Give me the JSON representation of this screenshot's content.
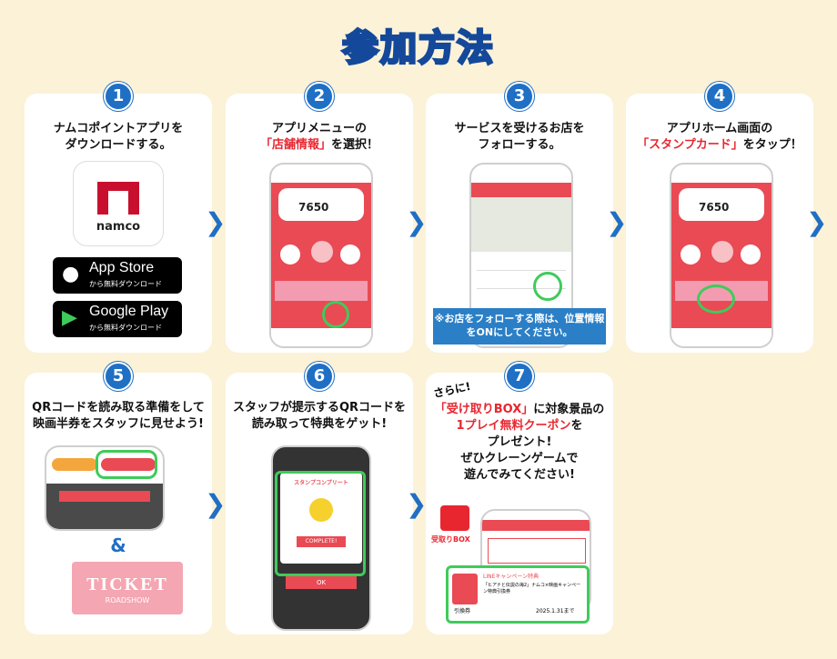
{
  "title": "参加方法",
  "steps": [
    {
      "num": "1",
      "line1": "ナムコポイントアプリを",
      "line2": "ダウンロードする。"
    },
    {
      "num": "2",
      "line1": "アプリメニューの",
      "line2_red": "「店舗情報」",
      "line2_rest": "を選択！"
    },
    {
      "num": "3",
      "line1": "サービスを受けるお店を",
      "line2": "フォローする。"
    },
    {
      "num": "4",
      "line1": "アプリホーム画面の",
      "line2_red": "「スタンプカード」",
      "line2_rest": "をタップ！"
    },
    {
      "num": "5",
      "line1": "QRコードを読み取る準備をして",
      "line2": "映画半券をスタッフに見せよう!"
    },
    {
      "num": "6",
      "line1": "スタッフが提示するQRコードを",
      "line2": "読み取って特典をゲット!"
    },
    {
      "num": "7",
      "pre": "さらに!",
      "line1_red": "「受け取りBOX」",
      "line1_rest": "に対象景品の",
      "line2_red": "1プレイ無料クーポン",
      "line2_rest": "を",
      "line3": "プレゼント!",
      "line4": "ぜひクレーンゲームで",
      "line5": "遊んでみてください!"
    }
  ],
  "app": {
    "logo_text": "namco"
  },
  "stores": {
    "apple_big": "App Store",
    "apple_small": "から無料ダウンロード",
    "google_big": "Google Play",
    "google_small": "から無料ダウンロード"
  },
  "step3_note": "※お店をフォローする際は、位置情報をONにしてください。",
  "step2_points": "7650",
  "step4_points": "7650",
  "step5_and": "&",
  "ticket": {
    "main": "TICKET",
    "sub": "ROADSHOW"
  },
  "step6": {
    "header": "スタンプコンプリート",
    "badge": "COMPLETE!",
    "ok": "OK"
  },
  "step7": {
    "box_label": "受取りBOX",
    "coupon_title": "LINEキャンペーン特典",
    "coupon_text": "「ヒアナと伝説の海2」ナムコ×映画キャンペーン特典引換券",
    "coupon_tag": "引換券",
    "coupon_date": "2025.1.31まで"
  },
  "colors": {
    "accent": "#1f6fc5",
    "red": "#e8262f",
    "bg": "#fbf2d8",
    "green": "#3fcb5a"
  }
}
